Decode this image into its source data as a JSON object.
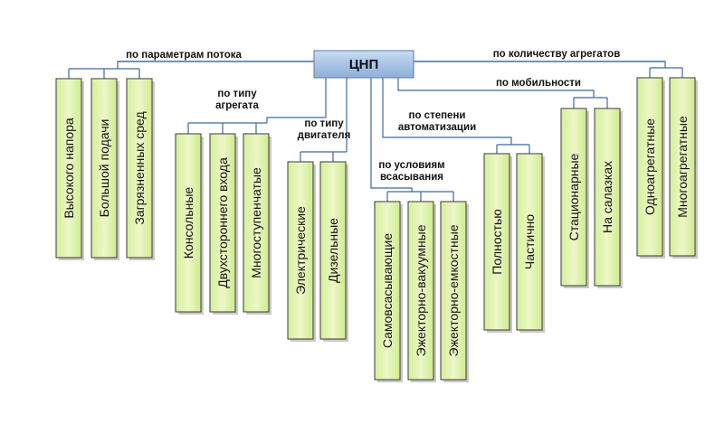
{
  "root": "ЦНП",
  "categories": [
    {
      "id": "potok",
      "lines": [
        "по параметрам потока"
      ],
      "items": [
        "Высокого напора",
        "Большой подачи",
        "Загрязненных сред"
      ]
    },
    {
      "id": "agregat",
      "lines": [
        "по типу",
        "агрегата"
      ],
      "items": [
        "Консольные",
        "Двухстороннего входа",
        "Многоступенчатые"
      ]
    },
    {
      "id": "dvigatel",
      "lines": [
        "по типу",
        "двигателя"
      ],
      "items": [
        "Электрические",
        "Дизельные"
      ]
    },
    {
      "id": "vsasyvanie",
      "lines": [
        "по условиям",
        "всасывания"
      ],
      "items": [
        "Самовсасывающие",
        "Эжекторно-вакуумные",
        "Эжекторно-емкостные"
      ]
    },
    {
      "id": "avtomatizaciya",
      "lines": [
        "по степени",
        "автоматизации"
      ],
      "items": [
        "Полностью",
        "Частично"
      ]
    },
    {
      "id": "mobilnost",
      "lines": [
        "по мобильности"
      ],
      "items": [
        "Стационарные",
        "На салазках"
      ]
    },
    {
      "id": "kolichestvo",
      "lines": [
        "по количеству агрегатов"
      ],
      "items": [
        "Одноагрегатные",
        "Многоагрегатные"
      ]
    }
  ]
}
